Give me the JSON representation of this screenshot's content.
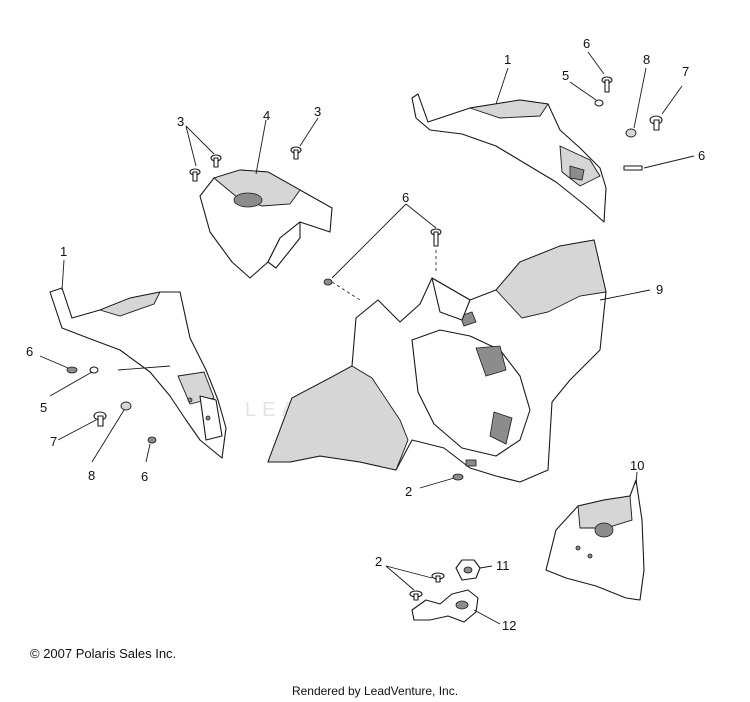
{
  "copyright": "© 2007 Polaris Sales Inc.",
  "rendered_by": "Rendered by LeadVenture, Inc.",
  "watermark": "LEADVENTURE",
  "callouts": [
    "1",
    "2",
    "3",
    "4",
    "5",
    "6",
    "7",
    "8",
    "9",
    "10",
    "11",
    "12"
  ]
}
